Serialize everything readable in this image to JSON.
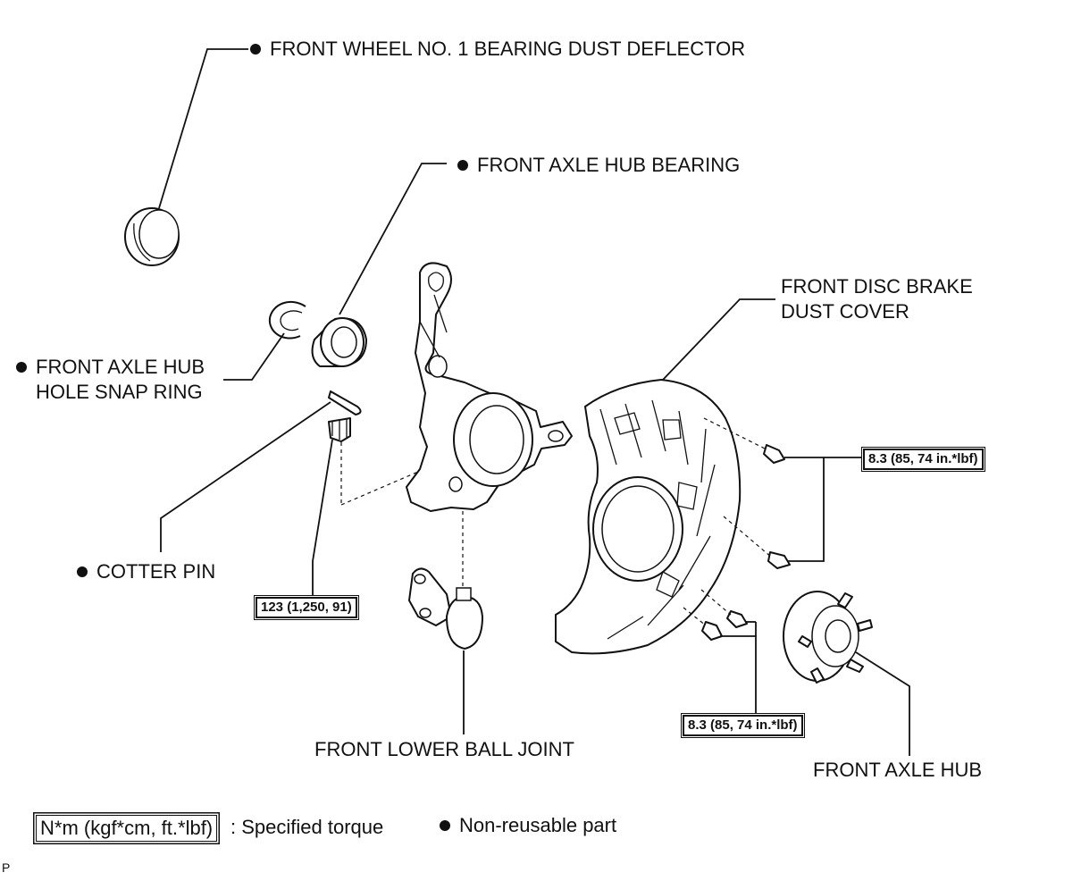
{
  "parts": {
    "dust_deflector": "FRONT WHEEL NO. 1 BEARING DUST DEFLECTOR",
    "hub_bearing": "FRONT AXLE HUB BEARING",
    "dust_cover_line1": "FRONT DISC BRAKE",
    "dust_cover_line2": "DUST COVER",
    "snap_ring_line1": "FRONT AXLE HUB",
    "snap_ring_line2": "HOLE SNAP RING",
    "cotter_pin": "COTTER PIN",
    "ball_joint": "FRONT LOWER BALL JOINT",
    "axle_hub": "FRONT AXLE HUB"
  },
  "torques": {
    "ball_joint_nut": "123 (1,250, 91)",
    "dust_cover_upper_bolts": "8.3 (85, 74 in.*lbf)",
    "dust_cover_lower_bolts": "8.3 (85, 74 in.*lbf)"
  },
  "non_reusable": [
    "dust_deflector",
    "hub_bearing",
    "snap_ring",
    "cotter_pin"
  ],
  "legend": {
    "torque_unit": "N*m (kgf*cm, ft.*lbf)",
    "torque_text": ": Specified torque",
    "non_reusable_text": "Non-reusable part"
  },
  "figure_code": "P"
}
